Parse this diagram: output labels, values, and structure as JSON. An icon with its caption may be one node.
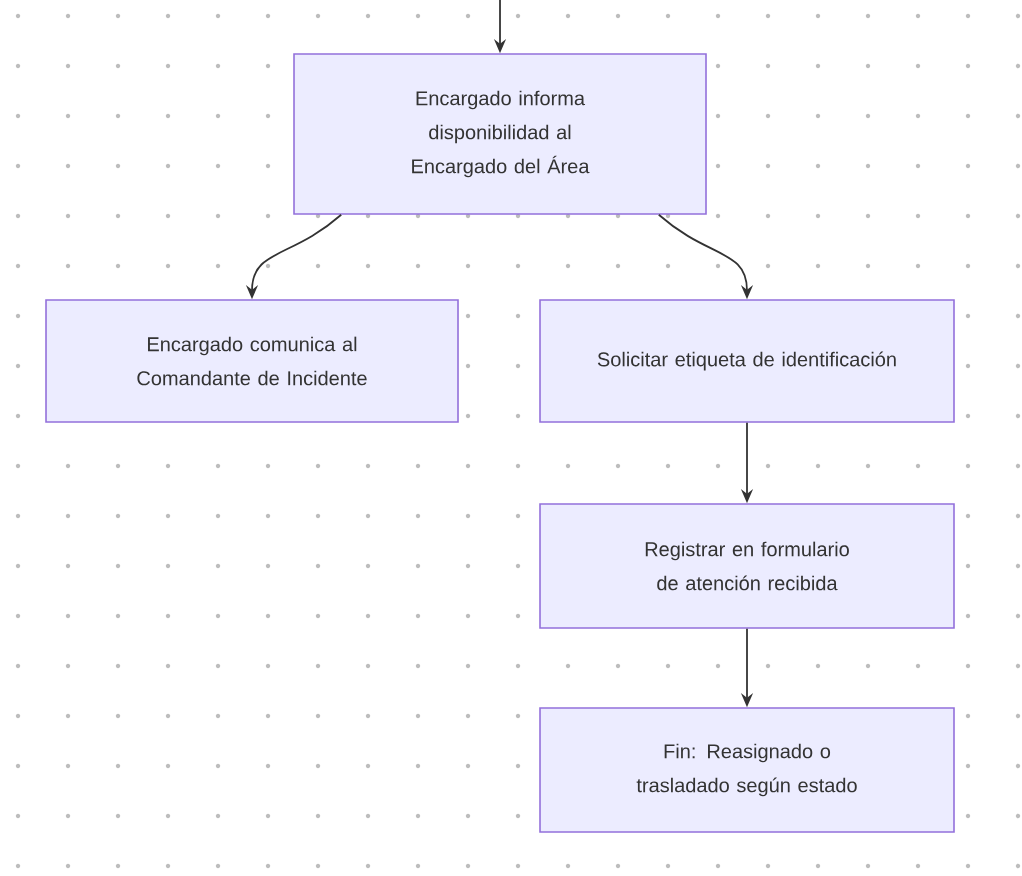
{
  "diagram": {
    "nodes": [
      {
        "text": [
          "Encargado informa disponibilidad al Encargado del Área"
        ]
      },
      {
        "text": [
          "Encargado comunica al Comandante de Incidente"
        ]
      },
      {
        "text": [
          "Solicitar etiqueta de identificación"
        ]
      },
      {
        "text": [
          "Registrar en formulario de atención recibida"
        ]
      },
      {
        "text": [
          "Fin: Reasignado o trasladado según estado"
        ]
      }
    ],
    "edges": [
      {
        "from": null,
        "to": 0,
        "arrow": "to"
      },
      {
        "from": 0,
        "to": 1,
        "arrow": "to"
      },
      {
        "from": 0,
        "to": 2,
        "arrow": "to"
      },
      {
        "from": 2,
        "to": 3,
        "arrow": "to"
      },
      {
        "from": 3,
        "to": 4,
        "arrow": "to"
      }
    ]
  }
}
